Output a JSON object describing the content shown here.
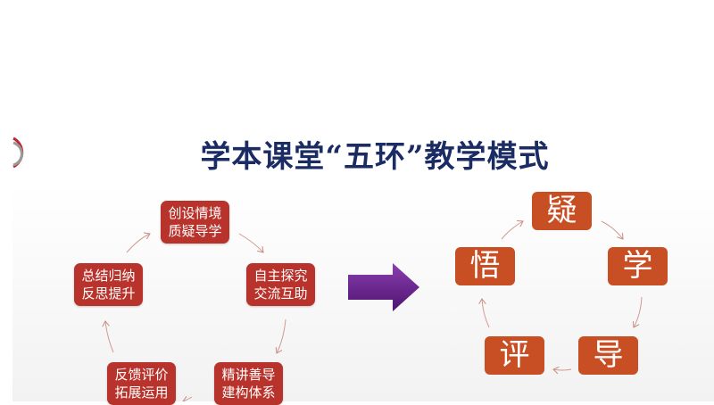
{
  "title": "学本课堂“五环”教学模式",
  "left_cycle": [
    {
      "line1": "创设情境",
      "line2": "质疑导学"
    },
    {
      "line1": "自主探究",
      "line2": "交流互助"
    },
    {
      "line1": "精讲善导",
      "line2": "建构体系"
    },
    {
      "line1": "反馈评价",
      "line2": "拓展运用"
    },
    {
      "line1": "总结归纳",
      "line2": "反思提升"
    }
  ],
  "right_cycle": [
    "疑",
    "学",
    "导",
    "评",
    "悟"
  ],
  "colors": {
    "title": "#1b2b63",
    "left_box": "#b8332b",
    "right_box": "#c84e24",
    "arrow": "#6a1f8f"
  }
}
